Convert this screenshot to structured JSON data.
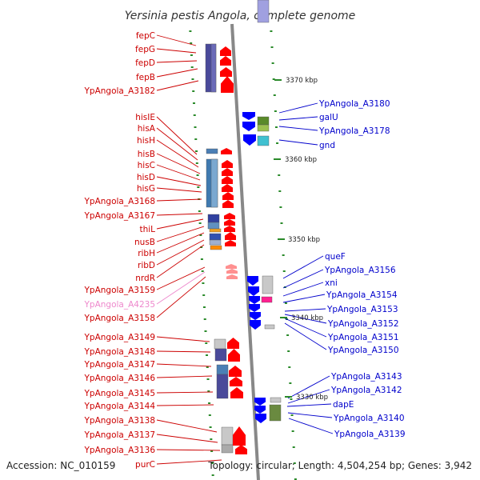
{
  "title": "Yersinia pestis Angola, complete genome",
  "footer": {
    "accession": "Accession: NC_010159",
    "topology": "Topology: circular; Length: 4,504,254 bp; Genes: 3,942"
  },
  "colors": {
    "left_label": "#cc0000",
    "right_label": "#0000cc",
    "faded_label": "#ee88cc",
    "forward_arrow": "#ff0000",
    "reverse_arrow": "#0000ff",
    "backbone": "#888888"
  },
  "kbp_ticks": [
    "3370 kbp",
    "3360 kbp",
    "3350 kbp",
    "3340 kbp",
    "3330 kbp"
  ],
  "left_genes": [
    "fepC",
    "fepG",
    "fepD",
    "fepB",
    "YpAngola_A3182",
    "hisIE",
    "hisA",
    "hisH",
    "hisB",
    "hisC",
    "hisD",
    "hisG",
    "YpAngola_A3168",
    "YpAngola_A3167",
    "thiL",
    "nusB",
    "ribH",
    "ribD",
    "nrdR",
    "YpAngola_A3159",
    "YpAngola_A4235",
    "YpAngola_A3158",
    "YpAngola_A3149",
    "YpAngola_A3148",
    "YpAngola_A3147",
    "YpAngola_A3146",
    "YpAngola_A3145",
    "YpAngola_A3144",
    "YpAngola_A3138",
    "YpAngola_A3137",
    "YpAngola_A3136",
    "purC"
  ],
  "faded_gene": "YpAngola_A4235",
  "right_genes": [
    "YpAngola_A3180",
    "galU",
    "YpAngola_A3178",
    "gnd",
    "queF",
    "YpAngola_A3156",
    "xni",
    "YpAngola_A3154",
    "YpAngola_A3153",
    "YpAngola_A3152",
    "YpAngola_A3151",
    "YpAngola_A3150",
    "YpAngola_A3143",
    "YpAngola_A3142",
    "dapE",
    "YpAngola_A3140",
    "YpAngola_A3139"
  ]
}
